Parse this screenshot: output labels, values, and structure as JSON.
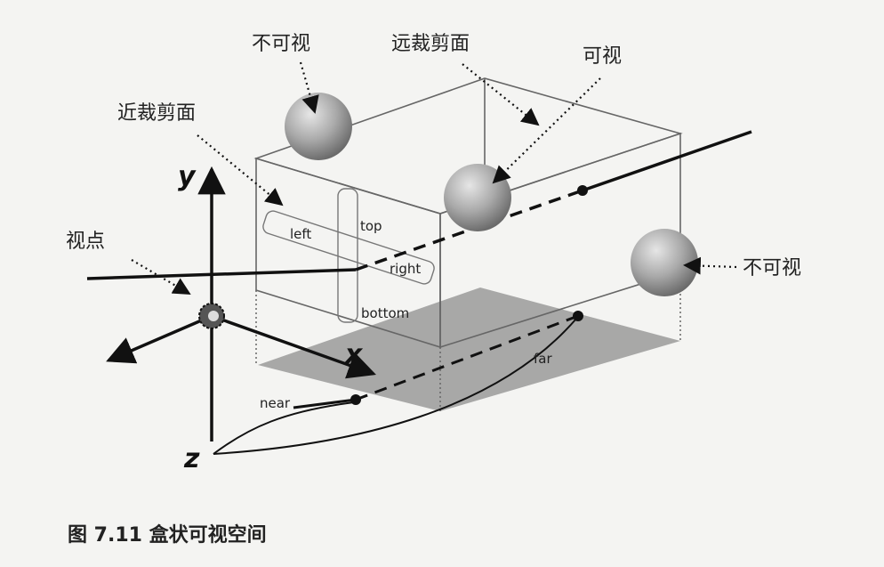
{
  "labels": {
    "invisible_top": "不可视",
    "far_plane": "远裁剪面",
    "visible": "可视",
    "near_plane": "近裁剪面",
    "viewpoint": "视点",
    "invisible_right": "不可视",
    "left": "left",
    "top": "top",
    "right": "right",
    "bottom": "bottom",
    "near": "near",
    "far": "far"
  },
  "axes": {
    "x": "x",
    "y": "y",
    "z": "z"
  },
  "caption": "图 7.11  盒状可视空间"
}
